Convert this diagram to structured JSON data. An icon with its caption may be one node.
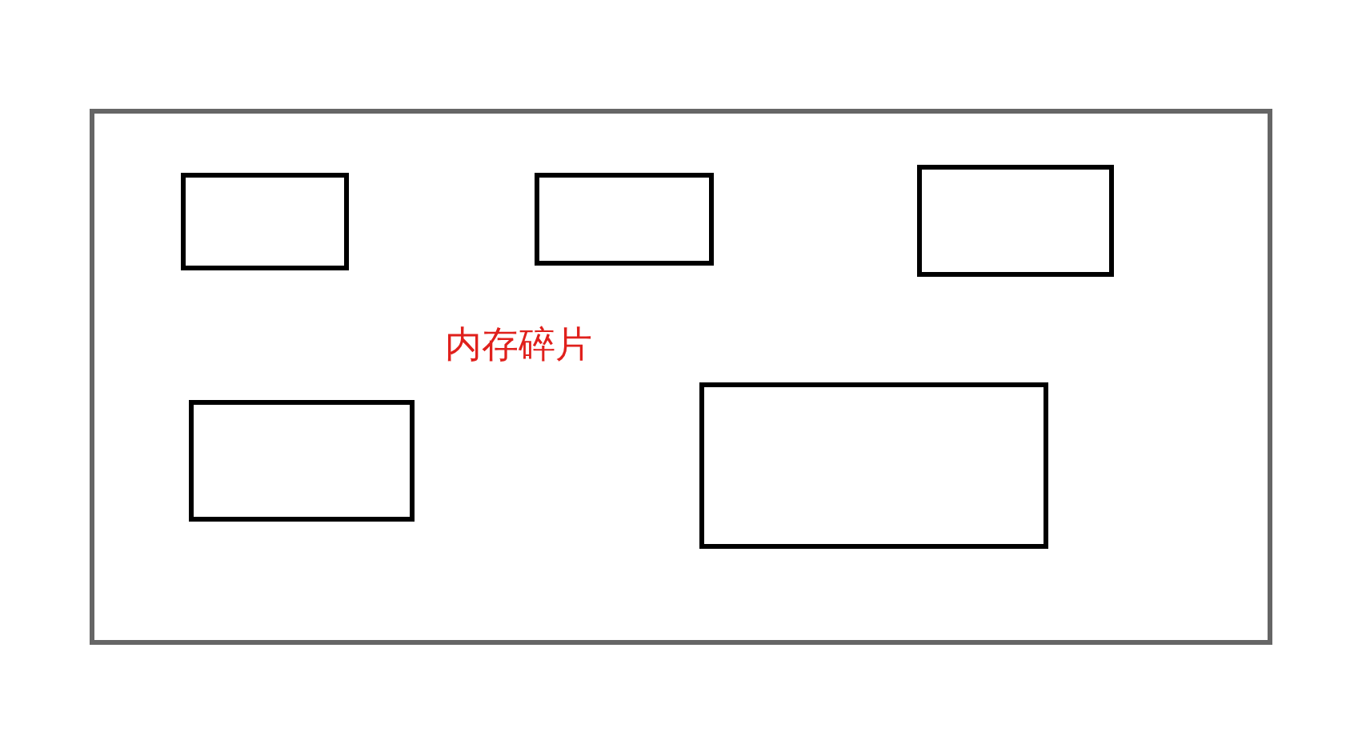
{
  "diagram": {
    "nodes": [
      {
        "text": [
          "内存碎片"
        ]
      },
      {
        "text": [],
        "shape": "box",
        "in": 0
      },
      {
        "text": [],
        "shape": "box",
        "in": 0
      },
      {
        "text": [],
        "shape": "box",
        "in": 0
      },
      {
        "text": [],
        "shape": "box",
        "in": 0
      },
      {
        "text": [],
        "shape": "box",
        "in": 0
      }
    ]
  }
}
